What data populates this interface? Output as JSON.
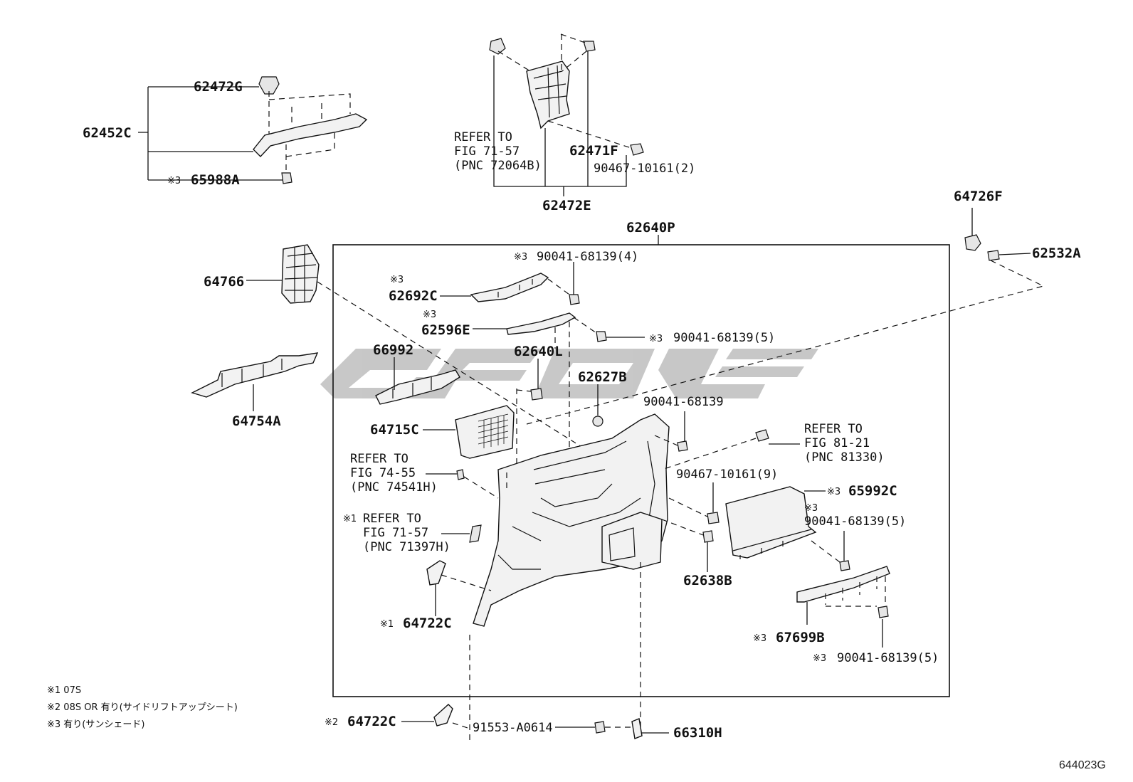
{
  "labels": {
    "p62472G": "62472G",
    "p62452C": "62452C",
    "m65988A": "※3",
    "p65988A": "65988A",
    "ref71_57a_1": "REFER TO",
    "ref71_57a_2": "FIG 71-57",
    "ref71_57a_3": "(PNC 72064B)",
    "p62471F": "62471F",
    "p90467_2": "90467-10161(2)",
    "p62472E": "62472E",
    "p64726F": "64726F",
    "p62532A": "62532A",
    "p62640P": "62640P",
    "m90041_4": "※3",
    "p90041_4": "90041-68139(4)",
    "p64766": "64766",
    "m62692C": "※3",
    "p62692C": "62692C",
    "m62596E": "※3",
    "p62596E": "62596E",
    "m90041_5a": "※3",
    "p90041_5a": "90041-68139(5)",
    "p66992": "66992",
    "p62640L": "62640L",
    "p62627B": "62627B",
    "p64754A": "64754A",
    "p90041": "90041-68139",
    "ref81_21_1": "REFER TO",
    "ref81_21_2": "FIG 81-21",
    "ref81_21_3": "(PNC 81330)",
    "p64715C": "64715C",
    "ref74_55_1": "REFER TO",
    "ref74_55_2": "FIG 74-55",
    "ref74_55_3": "(PNC 74541H)",
    "p90467_9": "90467-10161(9)",
    "m65992C": "※3",
    "p65992C": "65992C",
    "m71_57b": "※1",
    "ref71_57b_1": "REFER TO",
    "ref71_57b_2": "FIG 71-57",
    "ref71_57b_3": "(PNC 71397H)",
    "m90041_5b": "※3",
    "p90041_5b": "90041-68139(5)",
    "p62638B": "62638B",
    "m64722C_1": "※1",
    "p64722C_1": "64722C",
    "m67699B": "※3",
    "p67699B": "67699B",
    "m90041_5c": "※3",
    "p90041_5c": "90041-68139(5)",
    "m64722C_2": "※2",
    "p64722C_2": "64722C",
    "p91553": "91553-A0614",
    "p66310H": "66310H"
  },
  "notes": [
    "※1 07S",
    "※2 08S OR 有り(サイドリフトアップシート)",
    "※3 有り(サンシェード)"
  ],
  "catalog_number": "644023G"
}
